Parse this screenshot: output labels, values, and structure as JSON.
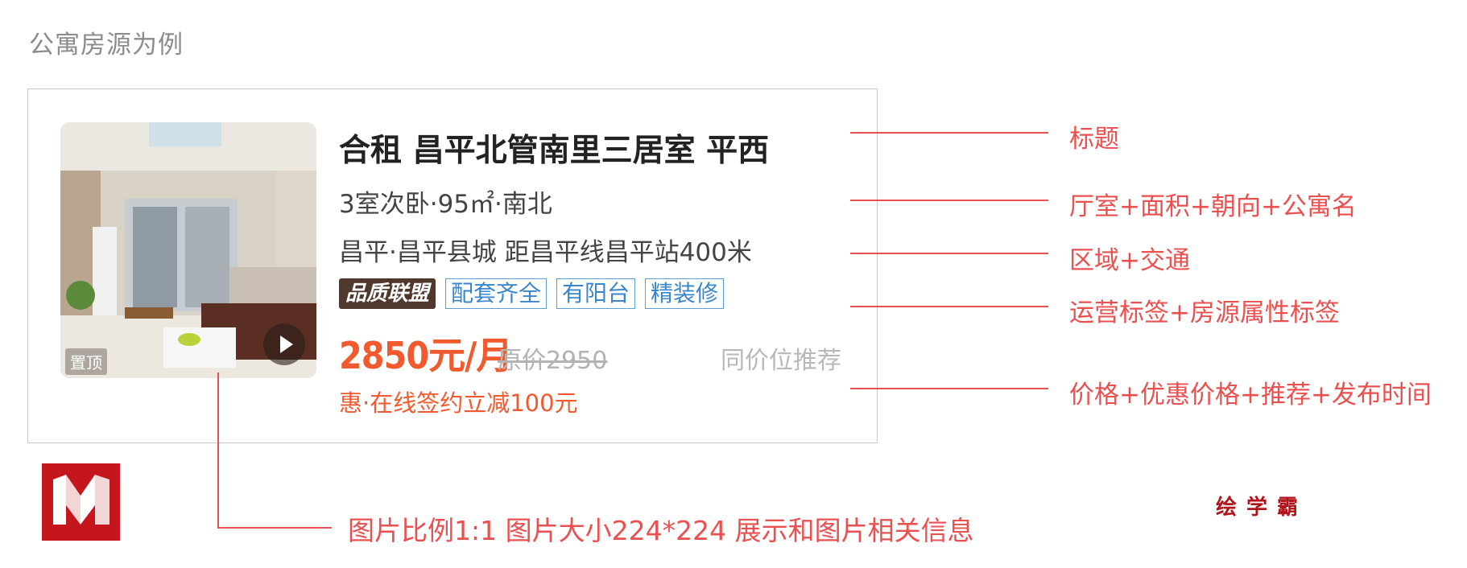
{
  "heading": "公寓房源为例",
  "listing": {
    "pin_label": "置顶",
    "title": "合租 昌平北管南里三居室 平西",
    "meta_line1": "3室次卧·95㎡·南北",
    "meta_line2": "昌平·昌平县城 距昌平线昌平站400米",
    "tags": {
      "quality": "品质联盟",
      "t1": "配套齐全",
      "t2": "有阳台",
      "t3": "精装修"
    },
    "price": "2850元/月",
    "original_price": "原价2950",
    "recommend": "同价位推荐",
    "promo": "惠·在线签约立减100元"
  },
  "annotations": {
    "title": "标题",
    "room_area": "厅室+面积+朝向+公寓名",
    "location": "区域+交通",
    "tags": "运营标签+房源属性标签",
    "price": "价格+优惠价格+推荐+发布时间"
  },
  "image_note": "图片比例1:1 图片大小224*224 展示和图片相关信息",
  "brand": "绘学霸",
  "colors": {
    "annotation": "#e9504f",
    "price": "#f05a2e",
    "tag_border": "#5a9fd8",
    "quality_tag_bg": "#50392c",
    "logo_bg": "#c4161c"
  },
  "icons": [
    "play-icon",
    "brand-logo-icon"
  ]
}
